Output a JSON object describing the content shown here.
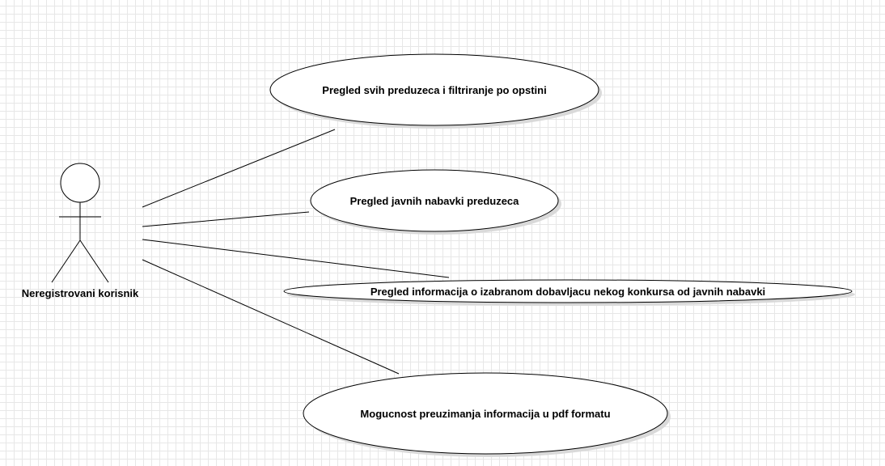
{
  "actor": {
    "label": "Neregistrovani korisnik"
  },
  "use_cases": [
    {
      "label": "Pregled svih preduzeca i filtriranje po opstini"
    },
    {
      "label": "Pregled javnih nabavki preduzeca"
    },
    {
      "label": "Pregled informacija o izabranom dobavljacu nekog konkursa od javnih nabavki"
    },
    {
      "label": "Mogucnost preuzimanja informacija u pdf formatu"
    }
  ],
  "colors": {
    "stroke": "#000000",
    "fill": "#ffffff",
    "shadow": "#d9d9d9",
    "grid": "#e7e7e7"
  }
}
